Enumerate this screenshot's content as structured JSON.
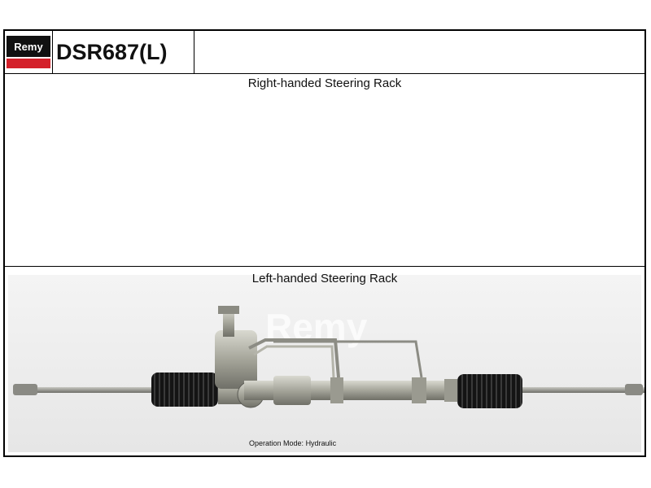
{
  "header": {
    "brand": "Remy",
    "part_number": "DSR687(L)"
  },
  "sections": {
    "right": {
      "title": "Right-handed Steering Rack"
    },
    "left": {
      "title": "Left-handed Steering Rack"
    }
  },
  "caption": {
    "label": "Operation Mode:",
    "value": "Hydraulic"
  },
  "watermark": {
    "text": "Remy"
  },
  "colors": {
    "brand_red": "#d4202a",
    "brand_black": "#111111"
  }
}
